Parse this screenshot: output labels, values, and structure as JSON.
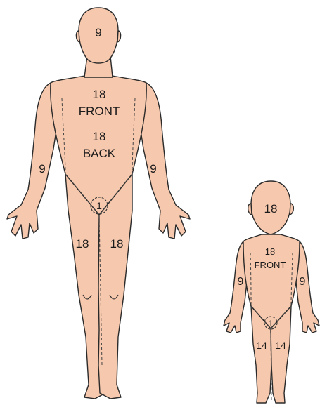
{
  "adult": {
    "head": "9",
    "front_value": "18",
    "front_label": "FRONT",
    "back_value": "18",
    "back_label": "BACK",
    "right_arm": "9",
    "left_arm": "9",
    "groin": "1",
    "right_leg": "18",
    "left_leg": "18"
  },
  "child": {
    "head": "18",
    "front_value": "18",
    "front_label": "FRONT",
    "right_arm": "9",
    "left_arm": "9",
    "groin": "1",
    "right_leg": "14",
    "left_leg": "14"
  },
  "colors": {
    "skin": "#f6c8ad",
    "outline": "#2a2a2a"
  }
}
